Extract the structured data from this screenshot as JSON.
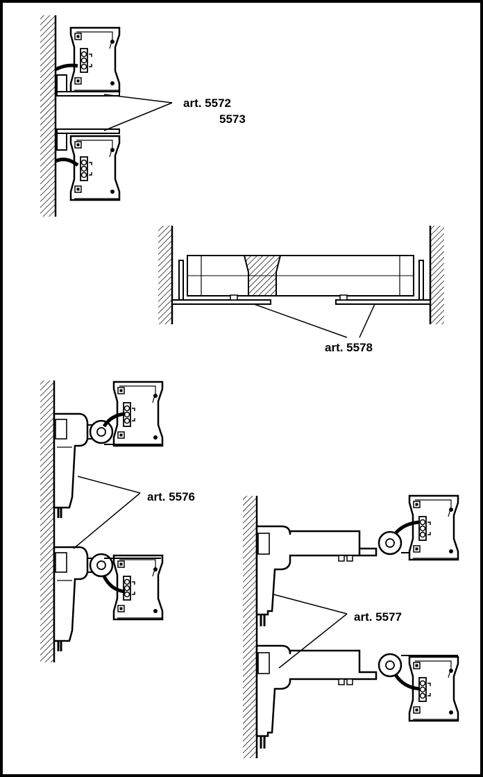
{
  "diagram": {
    "labels": {
      "art_5572": "art. 5572",
      "art_5573": "5573",
      "art_5578": "art. 5578",
      "art_5576": "art. 5576",
      "art_5577": "art. 5577"
    },
    "colors": {
      "line": "#000000",
      "background": "#ffffff",
      "hatch_fill": "#000000"
    }
  }
}
